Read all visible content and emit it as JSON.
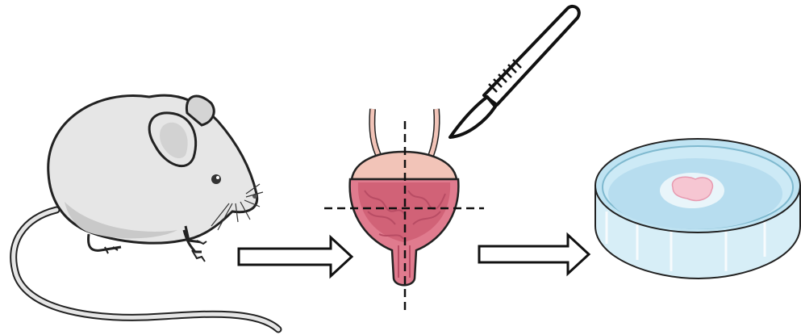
{
  "figure": {
    "steps": [
      {
        "name": "mouse",
        "icon": "mouse-icon"
      },
      {
        "name": "bladder-dissection",
        "icon": "bladder-icon"
      },
      {
        "name": "tissue-in-petri-dish",
        "icon": "petri-dish-icon"
      }
    ],
    "tools": [
      "scalpel-icon"
    ],
    "arrows": [
      "arrow-right-icon",
      "arrow-right-icon"
    ],
    "colors": {
      "outline": "#222222",
      "mouse_fill": "#e6e6e6",
      "mouse_shade": "#c9c9c9",
      "tissue_pink": "#e07b8e",
      "tissue_dark": "#b84c64",
      "bladder_wall": "#f2c4b8",
      "dish_blue": "#bfe3f2",
      "dish_rim": "#7fb9cf",
      "sample_pink": "#f6c6d2"
    }
  }
}
